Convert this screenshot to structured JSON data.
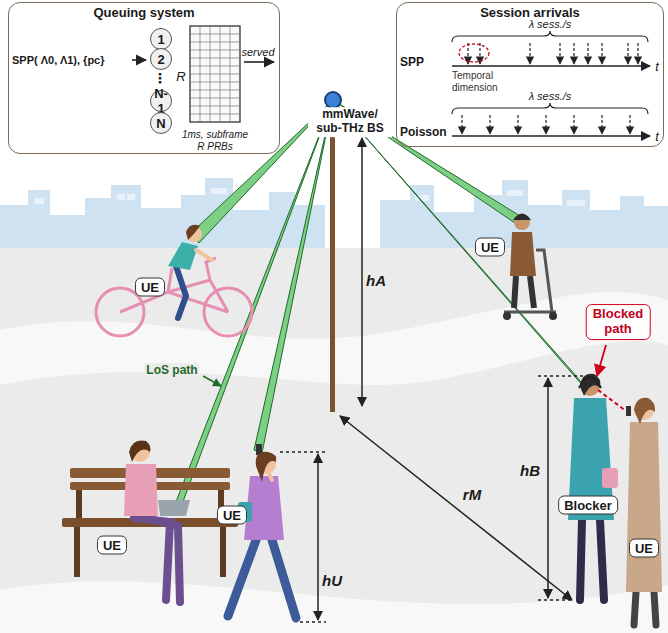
{
  "diagram": {
    "nodes": [
      {
        "text": [
          "Queuing system"
        ]
      },
      {
        "text": [
          "1"
        ],
        "in": 0
      },
      {
        "text": [
          "2"
        ],
        "in": 0
      },
      {
        "text": [
          "N-1"
        ],
        "in": 0
      },
      {
        "text": [
          "N"
        ],
        "in": 0
      },
      {
        "text": [
          "Session arrivals"
        ]
      },
      {
        "text": [
          "mmWave/ sub-THz BS"
        ]
      },
      {
        "text": [
          "UE"
        ]
      },
      {
        "text": [
          "UE"
        ]
      },
      {
        "text": [
          "Blocked path"
        ]
      },
      {
        "text": [
          "UE"
        ]
      },
      {
        "text": [
          "UE"
        ]
      },
      {
        "text": [
          "Blocker"
        ]
      },
      {
        "text": [
          "UE"
        ]
      }
    ],
    "labels": [
      "SPP( Λ0, Λ1), {pc}",
      "⋮",
      "R",
      "served",
      "1ms, subframe",
      "R PRBs",
      "λ sess./s",
      "SPP",
      "Temporal dimension",
      "t",
      "λ sess./s",
      "Poisson",
      "t",
      "hA",
      "LoS path",
      "hB",
      "hU",
      "rM"
    ]
  }
}
